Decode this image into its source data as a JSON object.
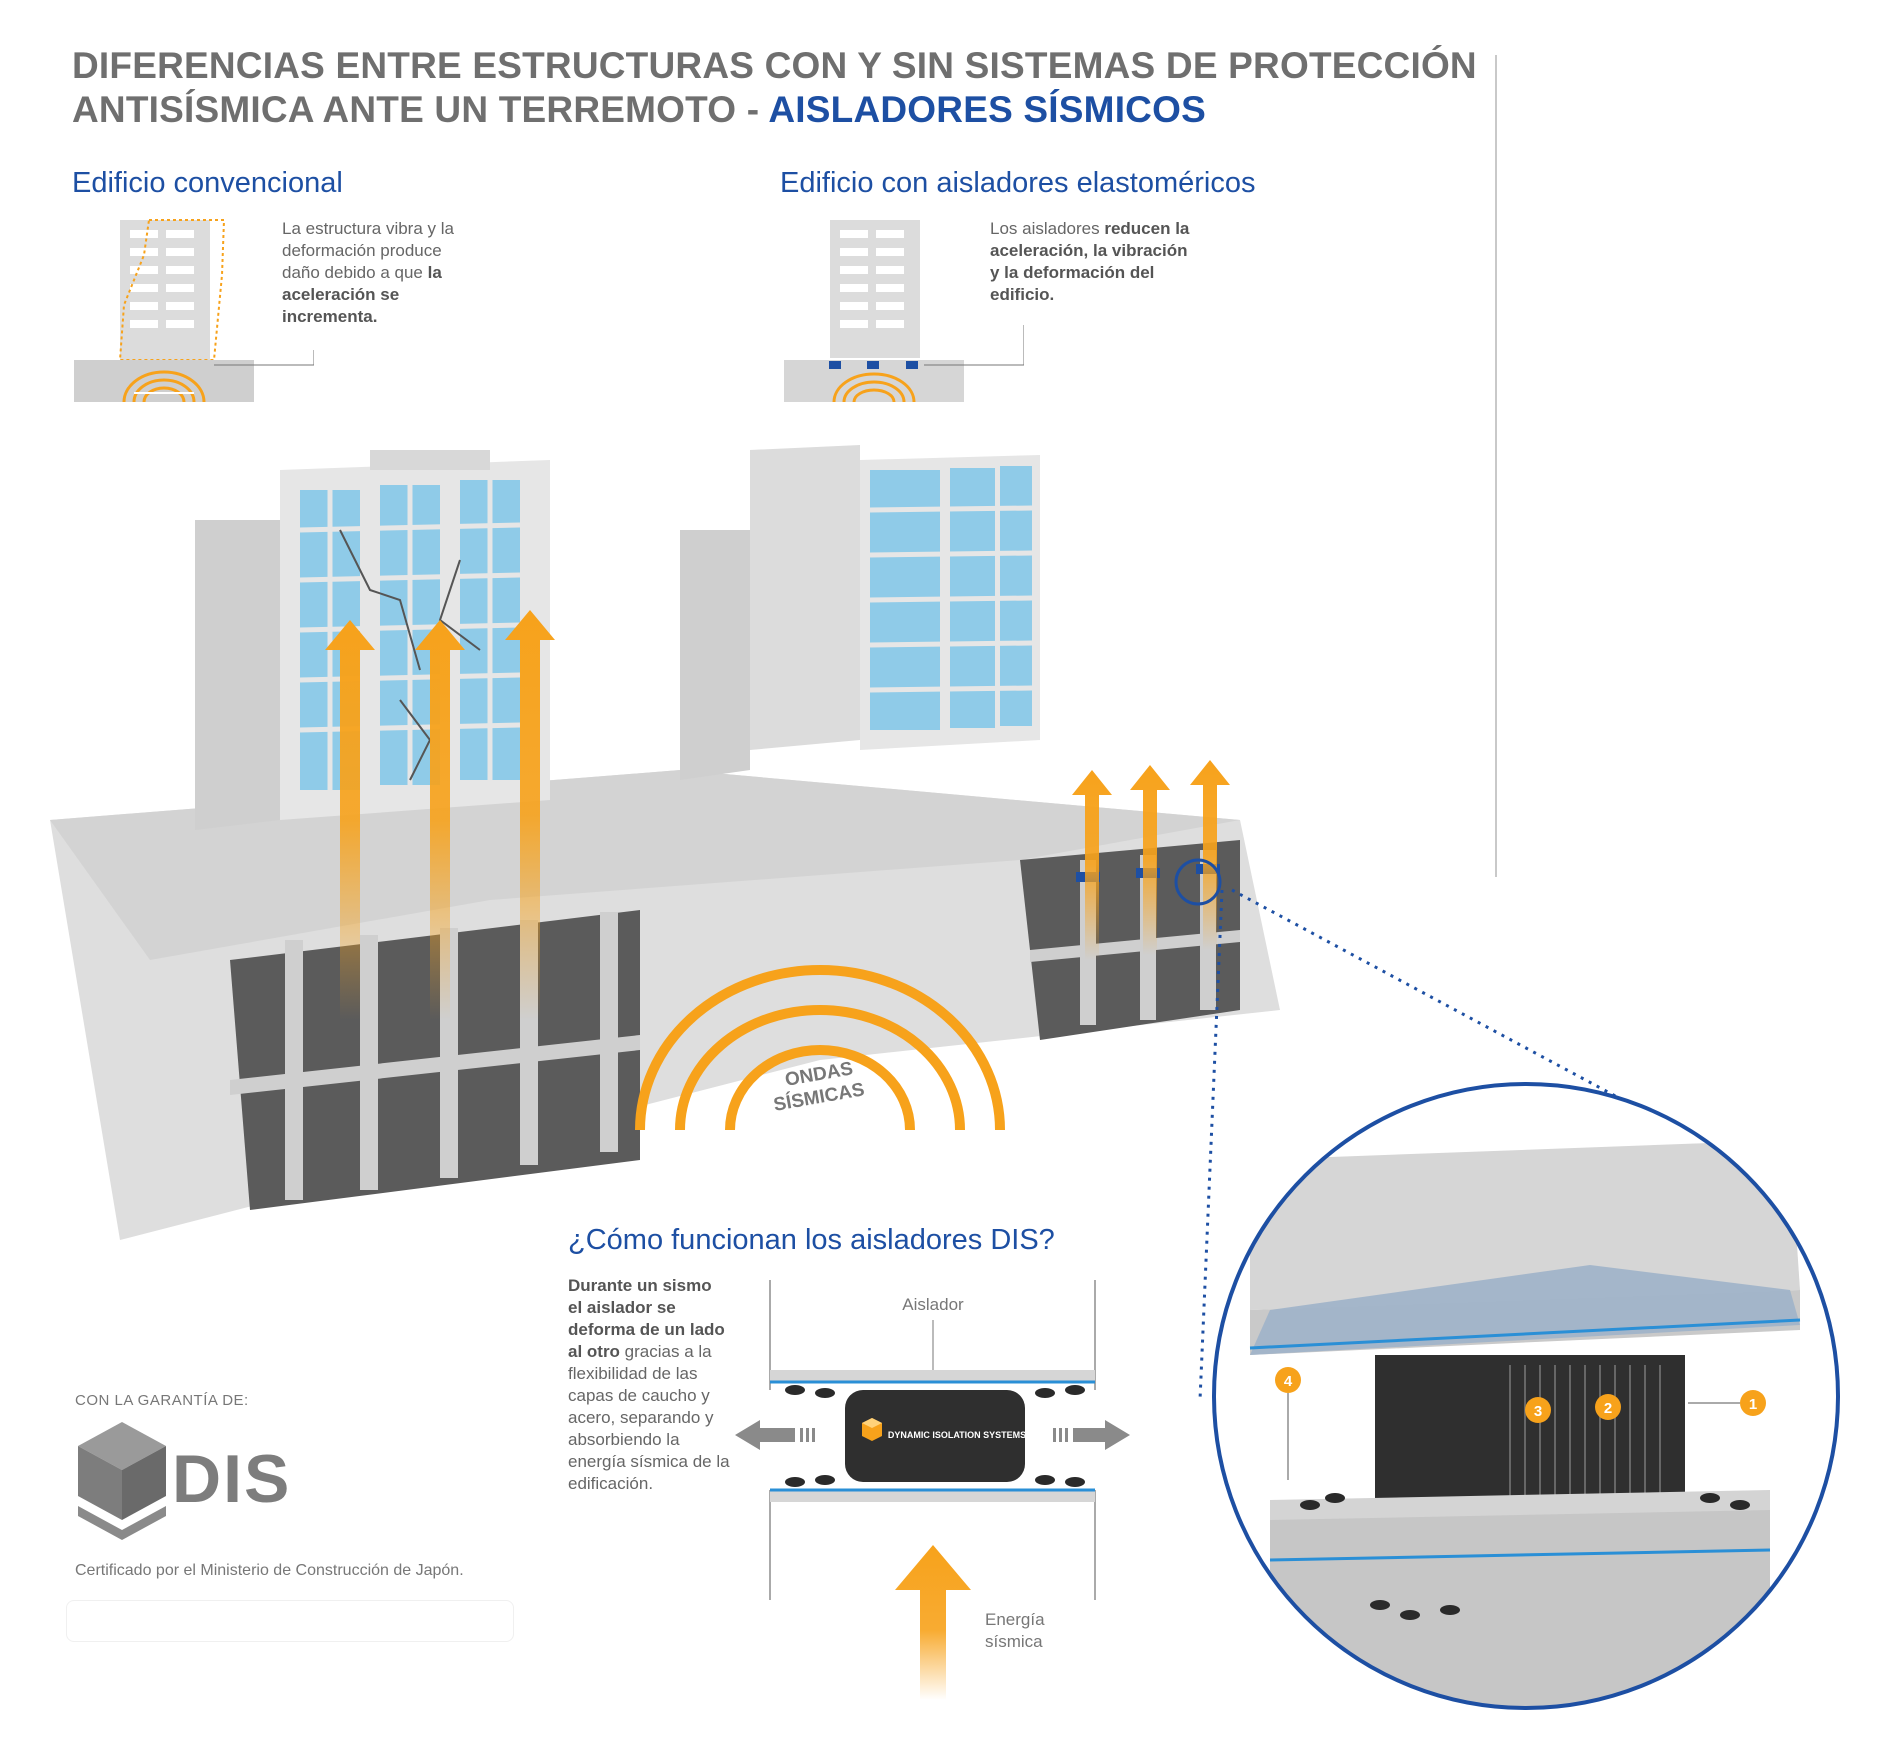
{
  "header": {
    "title_line1": "DIFERENCIAS ENTRE ESTRUCTURAS CON Y SIN SISTEMAS DE PROTECCIÓN",
    "title_line2_prefix": "ANTISÍSMICA ANTE UN TERREMOTO - ",
    "title_line2_accent": "AISLADORES SÍSMICOS"
  },
  "conventional": {
    "heading": "Edificio convencional",
    "note_p1": "La estructura vibra y la deformación produce daño debido a que ",
    "note_bold": "la aceleración se incrementa."
  },
  "isolated": {
    "heading": "Edificio con aisladores elastoméricos",
    "note_p1": "Los aisladores ",
    "note_bold": "reducen la aceleración, la vibración y la deformación del edificio."
  },
  "scene": {
    "waves_label_line1": "ONDAS",
    "waves_label_line2": "SÍSMICAS"
  },
  "how": {
    "heading": "¿Cómo funcionan los aisladores DIS?",
    "bold": "Durante un sismo el aislador se deforma de un lado al otro",
    "rest": " gracias a la flexibilidad de las capas de caucho y acero, separando y absorbiendo la energía sísmica de la edificación.",
    "isolator_label": "Aislador",
    "brand_label": "DYNAMIC ISOLATION SYSTEMS",
    "energy_line1": "Energía",
    "energy_line2": "sísmica"
  },
  "detail": {
    "callouts": [
      "1",
      "2",
      "3",
      "4"
    ]
  },
  "guarantee": {
    "label": "CON LA GARANTÍA DE:",
    "logo_text": "DIS",
    "certification": "Certificado por el Ministerio de Construcción de Japón."
  },
  "colors": {
    "accent_blue": "#1d4fa3",
    "orange": "#f7a21b",
    "gray_text": "#6f6f6f",
    "window_blue": "#8fcbe8"
  }
}
